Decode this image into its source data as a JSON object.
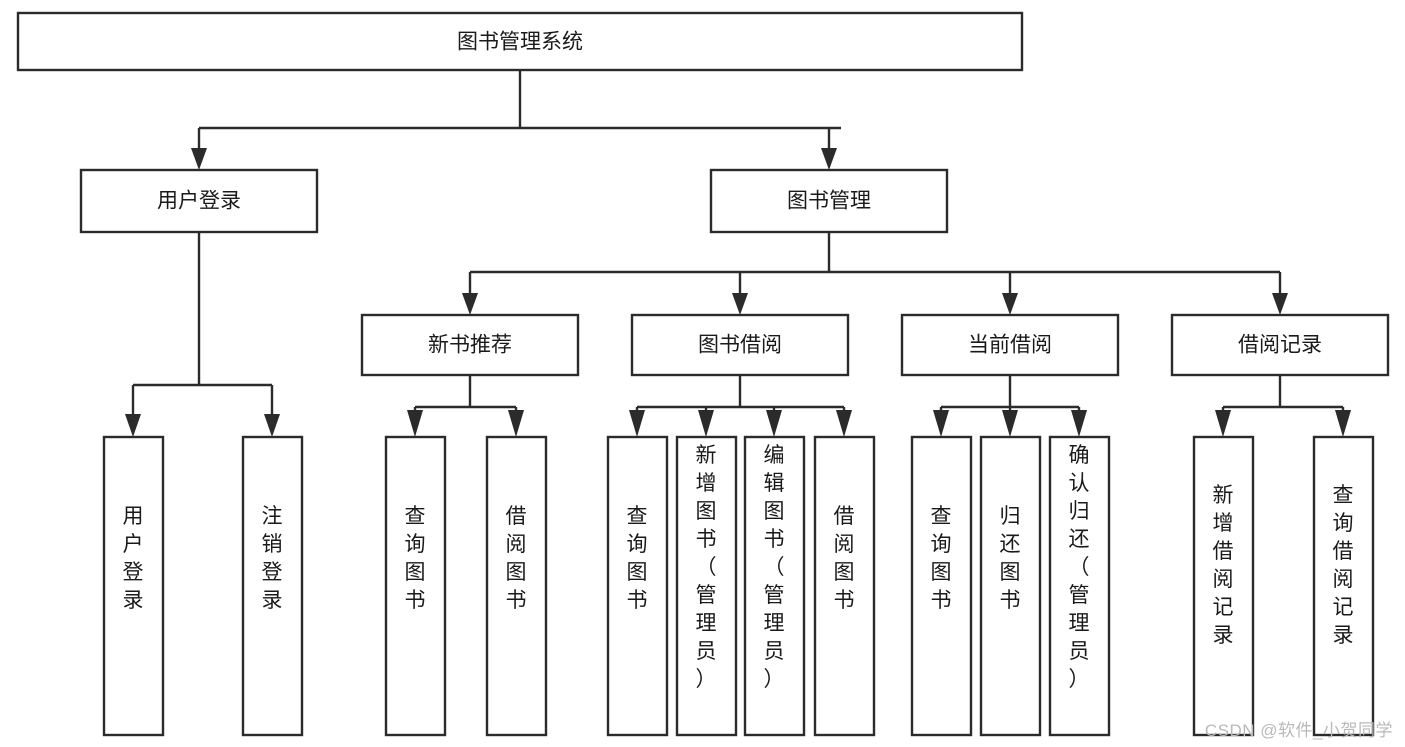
{
  "diagram": {
    "type": "tree",
    "title_text": "图书管理系统",
    "orientation": "top-down",
    "colors": {
      "box_stroke": "#2b2b2b",
      "box_fill": "#ffffff",
      "text": "#1a1a1a",
      "background": "#ffffff",
      "watermark": "#b9b9b9"
    },
    "root": {
      "id": "root",
      "label": "图书管理系统",
      "level": 0
    },
    "level1": [
      {
        "id": "user-login",
        "label": "用户登录",
        "level": 1
      },
      {
        "id": "book-manage",
        "label": "图书管理",
        "level": 1
      }
    ],
    "level2": [
      {
        "id": "new-book-recommend",
        "label": "新书推荐",
        "level": 2,
        "parent": "book-manage"
      },
      {
        "id": "book-borrow",
        "label": "图书借阅",
        "level": 2,
        "parent": "book-manage"
      },
      {
        "id": "current-borrow",
        "label": "当前借阅",
        "level": 2,
        "parent": "book-manage"
      },
      {
        "id": "borrow-record",
        "label": "借阅记录",
        "level": 2,
        "parent": "book-manage"
      }
    ],
    "leaves": {
      "user_login": [
        {
          "id": "leaf-user-login",
          "label": "用户登录"
        },
        {
          "id": "leaf-user-logout",
          "label": "注销登录"
        }
      ],
      "new_book_recommend": [
        {
          "id": "leaf-query-book-1",
          "label": "查询图书"
        },
        {
          "id": "leaf-borrow-book-1",
          "label": "借阅图书"
        }
      ],
      "book_borrow": [
        {
          "id": "leaf-query-book-2",
          "label": "查询图书"
        },
        {
          "id": "leaf-add-book",
          "label": "新增图书（管理员）"
        },
        {
          "id": "leaf-edit-book",
          "label": "编辑图书（管理员）"
        },
        {
          "id": "leaf-borrow-book-2",
          "label": "借阅图书"
        }
      ],
      "current_borrow": [
        {
          "id": "leaf-query-book-3",
          "label": "查询图书"
        },
        {
          "id": "leaf-return-book",
          "label": "归还图书"
        },
        {
          "id": "leaf-confirm-return",
          "label": "确认归还（管理员）"
        }
      ],
      "borrow_record": [
        {
          "id": "leaf-add-record",
          "label": "新增借阅记录"
        },
        {
          "id": "leaf-query-record",
          "label": "查询借阅记录"
        }
      ]
    }
  },
  "watermark": {
    "text": "CSDN @软件_小贺同学"
  }
}
